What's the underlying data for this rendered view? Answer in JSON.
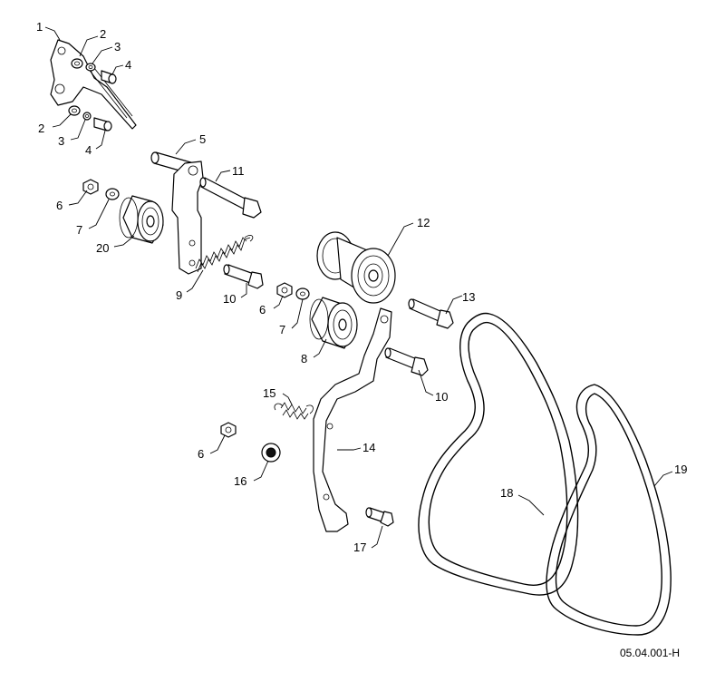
{
  "drawing_id": "05.04.001-H",
  "callouts": [
    "1",
    "2",
    "3",
    "4",
    "2",
    "3",
    "4",
    "5",
    "11",
    "6",
    "7",
    "20",
    "12",
    "9",
    "10",
    "6",
    "7",
    "13",
    "8",
    "10",
    "15",
    "14",
    "6",
    "16",
    "17",
    "18",
    "19"
  ]
}
